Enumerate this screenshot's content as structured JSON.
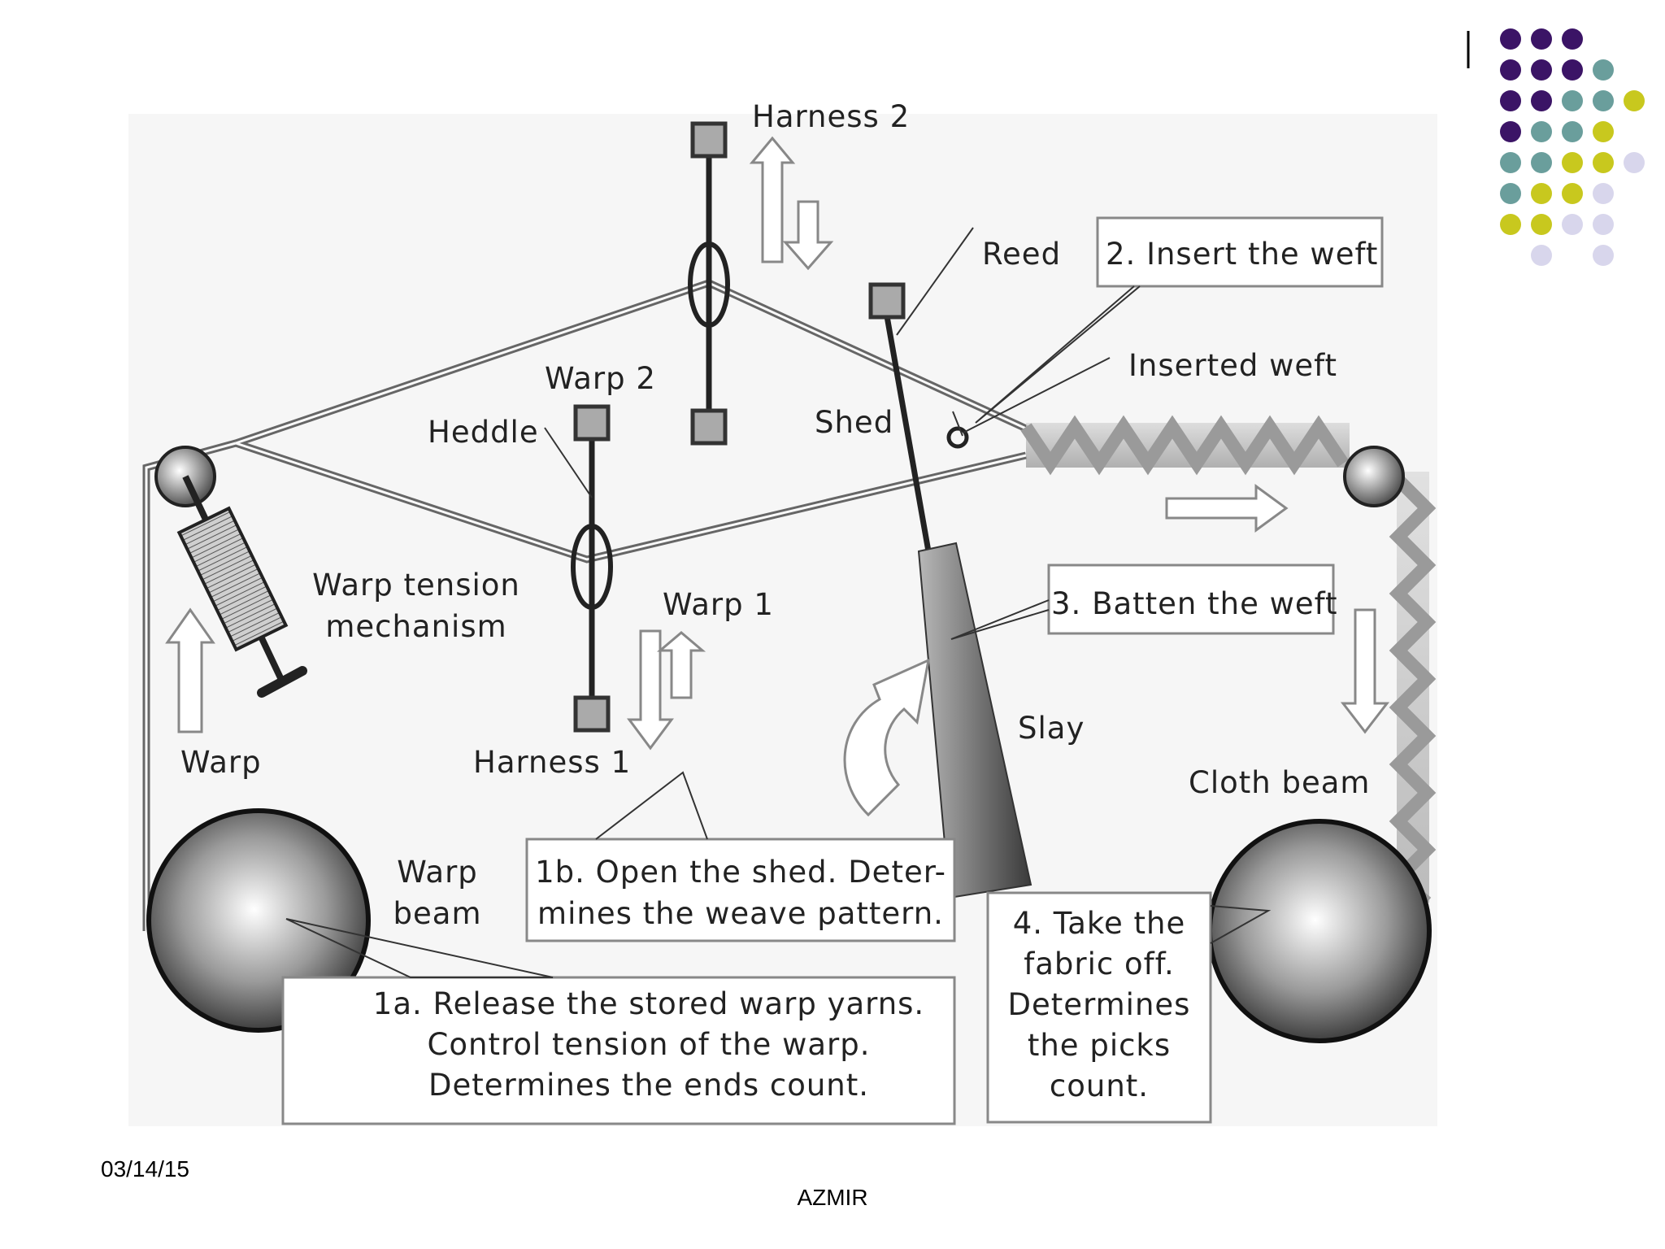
{
  "slide": {
    "date": "03/14/15",
    "author": "AZMIR",
    "dot_colors": [
      "#3b1466",
      "#6a9e9c",
      "#c8c81e",
      "#d8d6ec"
    ]
  },
  "diagram": {
    "labels": {
      "harness2": "Harness 2",
      "reed": "Reed",
      "insert_weft": "2. Insert the weft",
      "inserted_weft": "Inserted weft",
      "warp2": "Warp 2",
      "heddle": "Heddle",
      "shed": "Shed",
      "warp_tension_1": "Warp tension",
      "warp_tension_2": "mechanism",
      "warp1": "Warp 1",
      "batten_weft": "3. Batten the weft",
      "slay": "Slay",
      "warp": "Warp",
      "harness1": "Harness 1",
      "cloth_beam": "Cloth beam",
      "warp_beam_1": "Warp",
      "warp_beam_2": "beam",
      "open_shed_1": "1b. Open the shed. Deter-",
      "open_shed_2": "mines the weave pattern.",
      "take_off_1": "4. Take the",
      "take_off_2": "fabric off.",
      "take_off_3": "Determines",
      "take_off_4": "the picks",
      "take_off_5": "count.",
      "release_1": "1a. Release the stored warp yarns.",
      "release_2": "Control tension of the warp.",
      "release_3": "Determines the ends count."
    }
  }
}
